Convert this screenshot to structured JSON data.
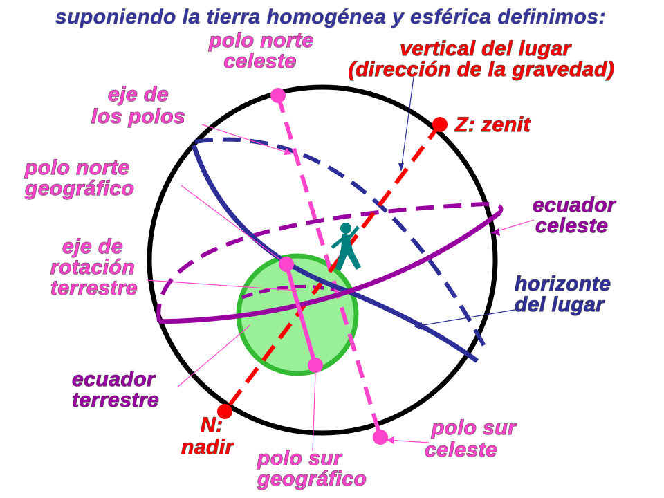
{
  "title": "suponiendo la tierra homogénea y esférica definimos:",
  "colors": {
    "pink": "#ff44cc",
    "purple": "#9900a0",
    "navy": "#2e2e99",
    "red": "#ff0000",
    "earth_fill": "#99f099",
    "earth_stroke": "#33bb33",
    "sphere": "#000000",
    "person": "#008080"
  },
  "labels": {
    "polo_norte_celeste": [
      "polo norte",
      "celeste"
    ],
    "vertical_del_lugar": [
      "vertical del lugar",
      "(dirección de la gravedad)"
    ],
    "eje_de_los_polos": [
      "eje de",
      "los polos"
    ],
    "zenit": "Z: zenit",
    "polo_norte_geografico": [
      "polo norte",
      "geográfico"
    ],
    "ecuador_celeste": [
      "ecuador",
      "celeste"
    ],
    "eje_de_rotacion_terrestre": [
      "eje de",
      "rotación",
      "terrestre"
    ],
    "horizonte_del_lugar": [
      "horizonte",
      "del lugar"
    ],
    "ecuador_terrestre": [
      "ecuador",
      "terrestre"
    ],
    "nadir": [
      "N:",
      "nadir"
    ],
    "polo_sur_celeste": [
      "polo sur",
      "celeste"
    ],
    "polo_sur_geografico": [
      "polo sur",
      "geográfico"
    ]
  }
}
